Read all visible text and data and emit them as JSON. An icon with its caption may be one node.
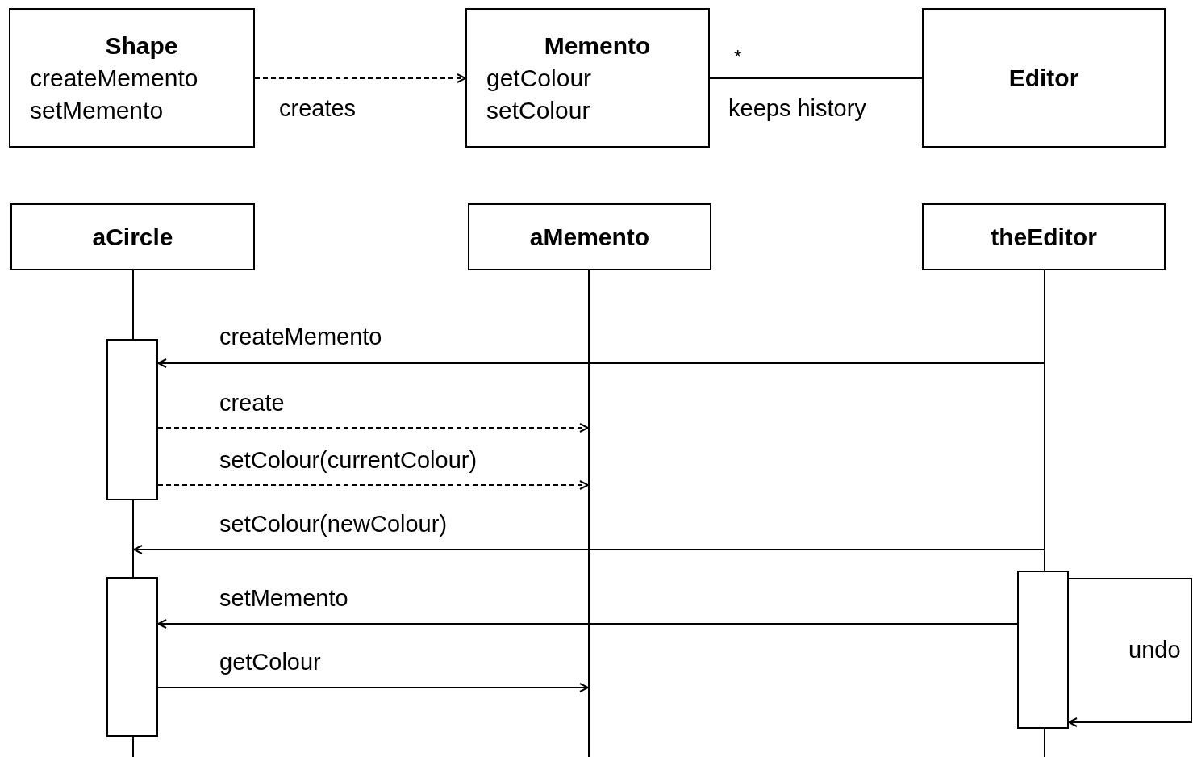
{
  "diagram": {
    "nodes": [
      {
        "text": [
          "Shape",
          "createMemento",
          "setMemento"
        ]
      },
      {
        "text": [
          "Memento",
          "getColour",
          "setColour"
        ]
      },
      {
        "text": [
          "Editor"
        ]
      },
      {
        "text": [
          "aCircle"
        ]
      },
      {
        "text": [
          "aMemento"
        ]
      },
      {
        "text": [
          "theEditor"
        ]
      },
      {
        "text": [],
        "shape": "bar"
      },
      {
        "text": [],
        "shape": "bar"
      },
      {
        "text": [],
        "shape": "bar"
      },
      {
        "text": [],
        "shape": "line"
      },
      {
        "text": [],
        "shape": "line"
      },
      {
        "text": [],
        "shape": "line"
      }
    ],
    "edges": [
      {
        "from": 0,
        "to": 1,
        "arrow": "to",
        "style": "dashed",
        "label": "creates"
      },
      {
        "from": 1,
        "to": 2,
        "arrow": "none",
        "label": "keeps history"
      },
      {
        "from": 11,
        "to": 6,
        "arrow": "to",
        "label": "createMemento"
      },
      {
        "from": 6,
        "to": 10,
        "arrow": "to",
        "style": "dashed",
        "label": "create"
      },
      {
        "from": 6,
        "to": 10,
        "arrow": "to",
        "style": "dashed",
        "label": "setColour(currentColour)"
      },
      {
        "from": 11,
        "to": 9,
        "arrow": "to",
        "label": "setColour(newColour)"
      },
      {
        "from": 8,
        "to": 7,
        "arrow": "to",
        "label": "setMemento"
      },
      {
        "from": 7,
        "to": 10,
        "arrow": "to",
        "label": "getColour"
      },
      {
        "from": 8,
        "to": 8,
        "arrow": "to",
        "label": "undo"
      }
    ],
    "labels": [
      "*"
    ]
  }
}
